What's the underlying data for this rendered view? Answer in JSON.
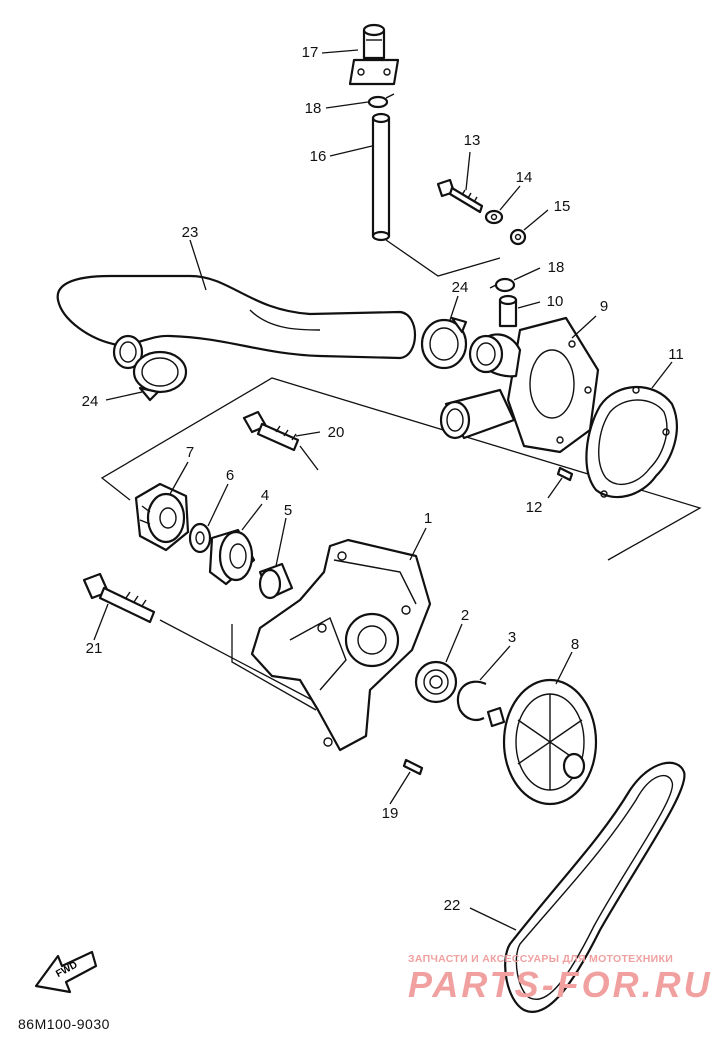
{
  "callouts": [
    {
      "id": "1",
      "text": "1"
    },
    {
      "id": "2",
      "text": "2"
    },
    {
      "id": "3",
      "text": "3"
    },
    {
      "id": "4",
      "text": "4"
    },
    {
      "id": "5",
      "text": "5"
    },
    {
      "id": "6",
      "text": "6"
    },
    {
      "id": "7",
      "text": "7"
    },
    {
      "id": "8",
      "text": "8"
    },
    {
      "id": "9",
      "text": "9"
    },
    {
      "id": "10",
      "text": "10"
    },
    {
      "id": "11",
      "text": "11"
    },
    {
      "id": "12",
      "text": "12"
    },
    {
      "id": "13",
      "text": "13"
    },
    {
      "id": "14",
      "text": "14"
    },
    {
      "id": "15",
      "text": "15"
    },
    {
      "id": "16",
      "text": "16"
    },
    {
      "id": "17",
      "text": "17"
    },
    {
      "id": "18a",
      "text": "18"
    },
    {
      "id": "18b",
      "text": "18"
    },
    {
      "id": "19",
      "text": "19"
    },
    {
      "id": "20",
      "text": "20"
    },
    {
      "id": "21",
      "text": "21"
    },
    {
      "id": "22",
      "text": "22"
    },
    {
      "id": "23",
      "text": "23"
    },
    {
      "id": "24a",
      "text": "24"
    },
    {
      "id": "24b",
      "text": "24"
    }
  ],
  "fwd_label": "FWD",
  "diagram_code": "86M100-9030",
  "watermark": {
    "tagline": "ЗАПЧАСТИ И АКСЕССУАРЫ ДЛЯ МОТОТЕХНИКИ",
    "brand": "PARTS-FOR.RU"
  }
}
